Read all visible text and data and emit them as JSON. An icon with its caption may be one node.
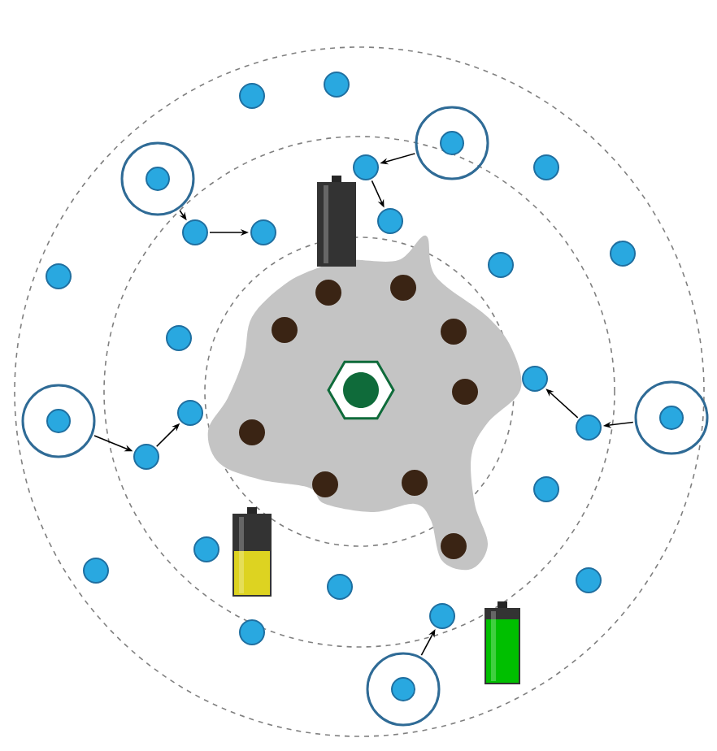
{
  "diagram": {
    "nodes": [
      {
        "text": [],
        "shape": "circle"
      },
      {
        "text": [],
        "shape": "circle"
      },
      {
        "text": [],
        "shape": "ring"
      },
      {
        "text": [],
        "shape": "circle"
      },
      {
        "text": [],
        "shape": "circle"
      },
      {
        "text": [],
        "shape": "ring"
      },
      {
        "text": [],
        "shape": "circle"
      },
      {
        "text": [],
        "shape": "circle"
      },
      {
        "text": [],
        "shape": "circle"
      },
      {
        "text": [],
        "shape": "circle"
      },
      {
        "text": [],
        "shape": "circle"
      },
      {
        "text": [],
        "shape": "circle"
      },
      {
        "text": [],
        "shape": "circle"
      },
      {
        "text": [],
        "shape": "circle"
      },
      {
        "text": [],
        "shape": "circle"
      },
      {
        "text": [],
        "shape": "ring"
      },
      {
        "text": [],
        "shape": "ring"
      },
      {
        "text": [],
        "shape": "circle"
      },
      {
        "text": [],
        "shape": "circle"
      },
      {
        "text": [],
        "shape": "circle"
      },
      {
        "text": [],
        "shape": "circle"
      },
      {
        "text": [],
        "shape": "circle"
      },
      {
        "text": [],
        "shape": "circle"
      },
      {
        "text": [],
        "shape": "circle"
      },
      {
        "text": [],
        "shape": "circle"
      },
      {
        "text": [],
        "shape": "circle"
      },
      {
        "text": [],
        "shape": "ring"
      }
    ],
    "edges": [
      {
        "from": 2,
        "to": 3,
        "arrow": "to"
      },
      {
        "from": 3,
        "to": 6,
        "arrow": "to"
      },
      {
        "from": 5,
        "to": 7,
        "arrow": "to"
      },
      {
        "from": 7,
        "to": 8,
        "arrow": "to"
      },
      {
        "from": 15,
        "to": 17,
        "arrow": "to"
      },
      {
        "from": 17,
        "to": 13,
        "arrow": "to"
      },
      {
        "from": 16,
        "to": 18,
        "arrow": "to"
      },
      {
        "from": 18,
        "to": 14,
        "arrow": "to"
      },
      {
        "from": 26,
        "to": 24,
        "arrow": "to"
      }
    ]
  }
}
